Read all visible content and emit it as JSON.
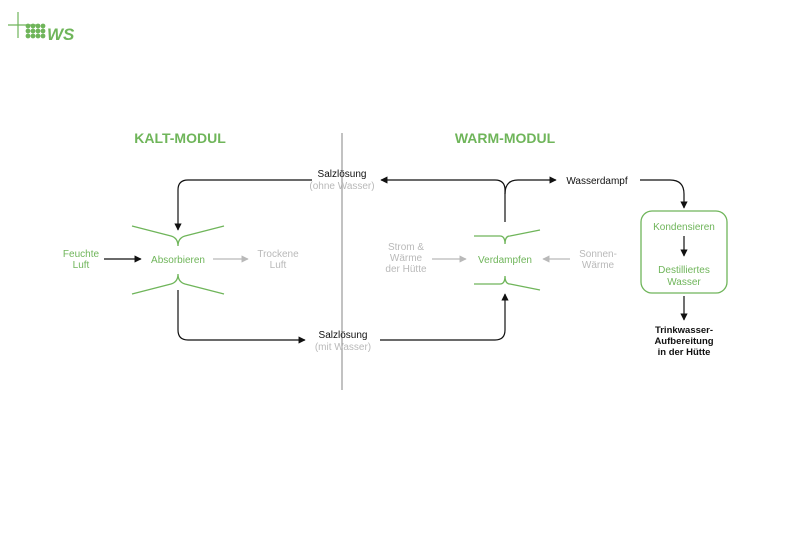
{
  "colors": {
    "green": "#6fb55a",
    "grey": "#b9b9b9",
    "dark": "#111111",
    "divider": "#9a9a9a"
  },
  "logo": {
    "text": "WS"
  },
  "headings": {
    "kalt": "KALT-MODUL",
    "warm": "WARM-MODUL"
  },
  "labels": {
    "feuchte_1": "Feuchte",
    "feuchte_2": "Luft",
    "absorbieren": "Absorbieren",
    "trockene_1": "Trockene",
    "trockene_2": "Luft",
    "salz_top_1": "Salzlösung",
    "salz_top_2": "(ohne Wasser)",
    "salz_bottom_1": "Salzlösung",
    "salz_bottom_2": "(mit Wasser)",
    "strom_1": "Strom &",
    "strom_2": "Wärme",
    "strom_3": "der Hütte",
    "verdampfen": "Verdampfen",
    "sonnen_1": "Sonnen-",
    "sonnen_2": "Wärme",
    "wasserdampf": "Wasserdampf",
    "kondensieren": "Kondensieren",
    "destilliert_1": "Destilliertes",
    "destilliert_2": "Wasser",
    "trinkwasser_1": "Trinkwasser-",
    "trinkwasser_2": "Aufbereitung",
    "trinkwasser_3": "in der Hütte"
  }
}
